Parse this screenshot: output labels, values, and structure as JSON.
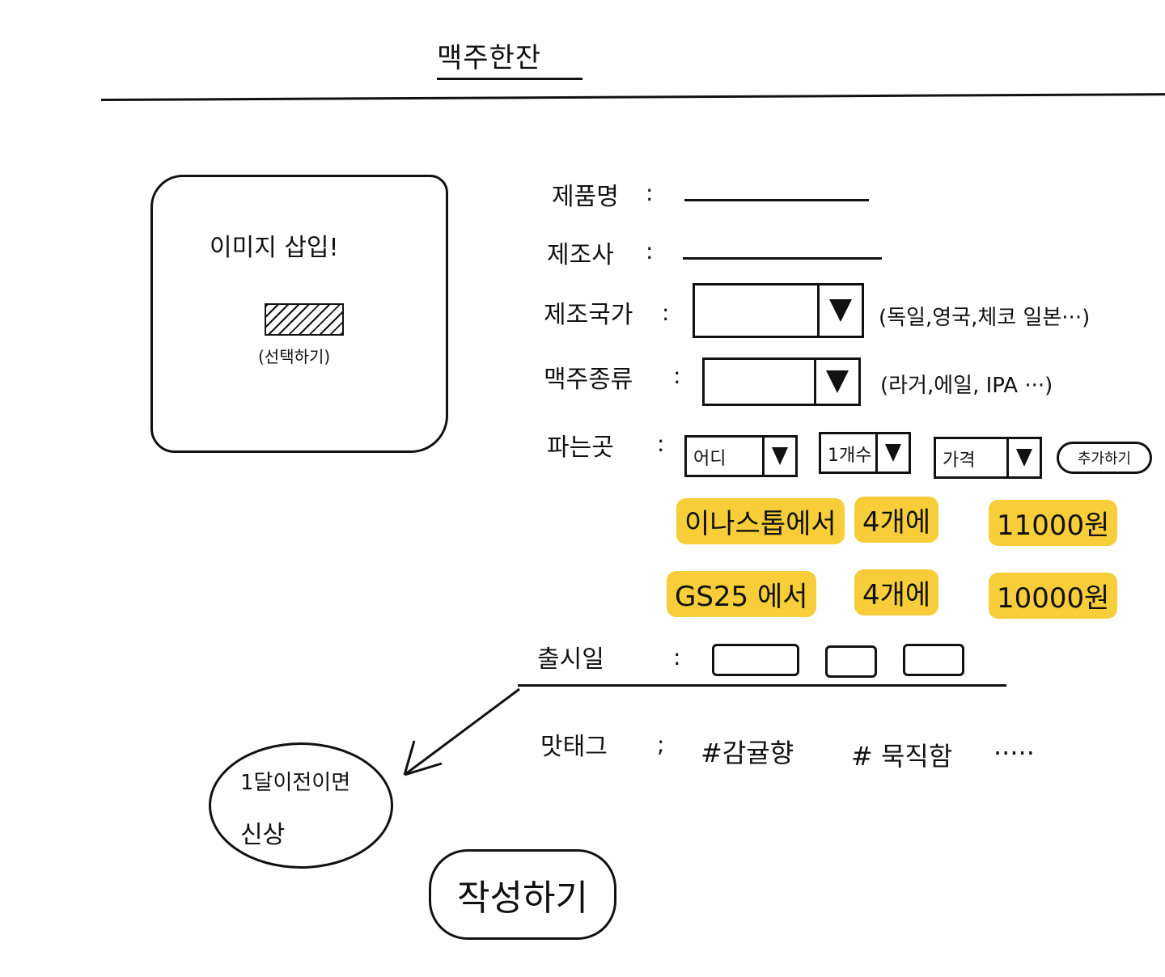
{
  "header": {
    "title": "맥주한잔"
  },
  "upload": {
    "prompt": "이미지 삽입!",
    "button_label": "(선택하기)"
  },
  "form": {
    "product_name": {
      "label": "제품명"
    },
    "manufacturer": {
      "label": "제조사"
    },
    "country": {
      "label": "제조국가",
      "hint": "(독일,영국,체코 일본···)"
    },
    "beer_type": {
      "label": "맥주종류",
      "hint": "(라거,에일, IPA ···)"
    },
    "purchase_place": {
      "label": "파는곳",
      "selects": [
        {
          "value": "어디"
        },
        {
          "value": "1개수"
        },
        {
          "value": "가격"
        }
      ],
      "add_label": "추가하기",
      "entries": [
        {
          "store": "이나스톱에서",
          "qty": "4개에",
          "price": "11000원"
        },
        {
          "store": "GS25 에서",
          "qty": "4개에",
          "price": "10000원"
        }
      ]
    },
    "release_date": {
      "label": "출시일"
    },
    "flavor_tags": {
      "label": "맛태그",
      "tags": [
        "#감귤향",
        "# 묵직함"
      ],
      "more": "·····"
    }
  },
  "note": {
    "line1": "1달이전이면",
    "line2": "신상"
  },
  "submit": {
    "label": "작성하기"
  }
}
